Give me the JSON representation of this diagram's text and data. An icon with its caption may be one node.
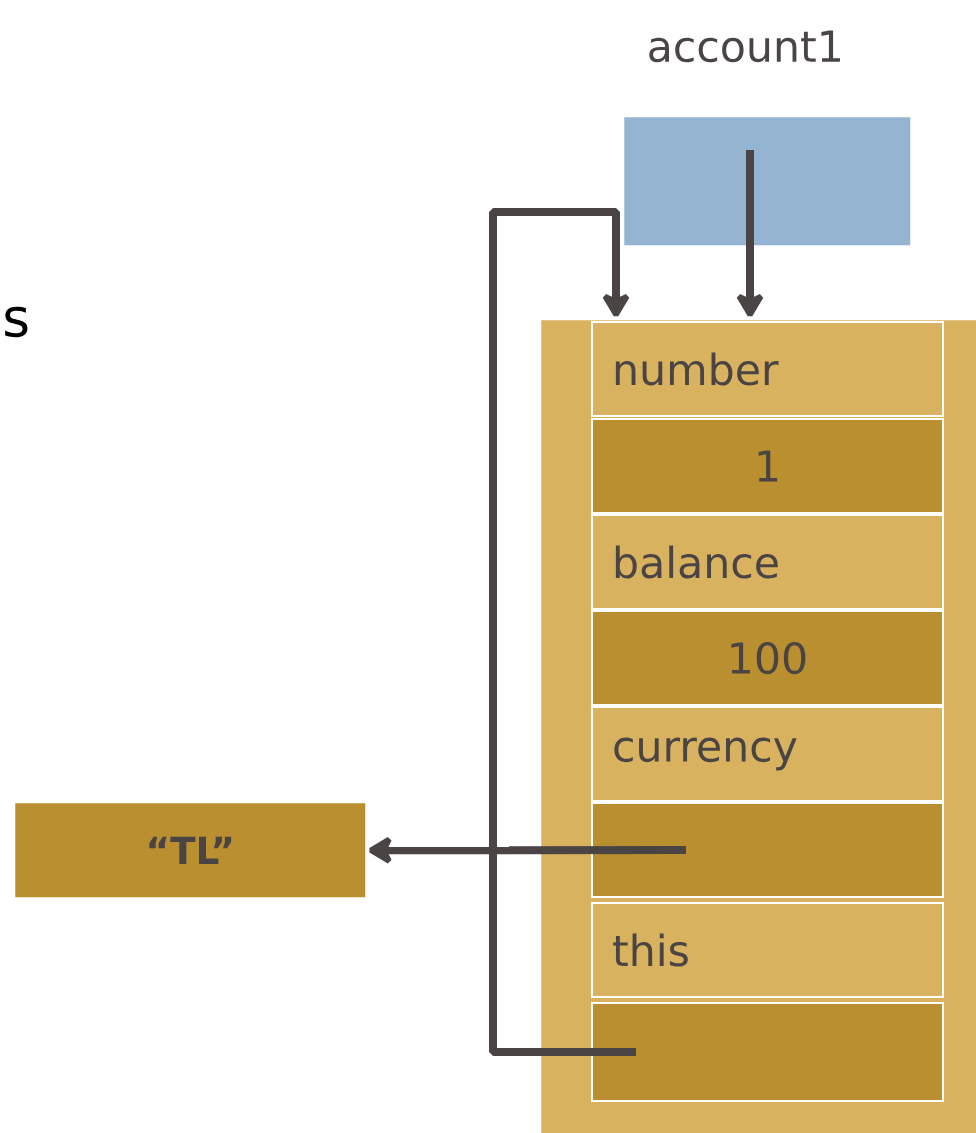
{
  "diagram": {
    "nodes": [
      {
        "text": [
          "account1"
        ]
      },
      {
        "text": [],
        "shape": "box"
      },
      {
        "text": [
          "number"
        ],
        "in": 1
      },
      {
        "text": [
          "1"
        ],
        "in": 1
      },
      {
        "text": [
          "balance"
        ],
        "in": 1
      },
      {
        "text": [
          "100"
        ],
        "in": 1
      },
      {
        "text": [
          "currency"
        ],
        "in": 1
      },
      {
        "text": [],
        "shape": "box",
        "in": 1
      },
      {
        "text": [
          "this"
        ],
        "in": 1
      },
      {
        "text": [],
        "shape": "box",
        "in": 1
      },
      {
        "text": [
          "“TL”"
        ]
      }
    ],
    "edges": [
      {
        "from": 0,
        "to": 1,
        "arrow": "to"
      },
      {
        "from": 9,
        "to": 1,
        "arrow": "to"
      },
      {
        "from": 7,
        "to": 10,
        "arrow": "to"
      }
    ],
    "labels": [
      "s"
    ]
  }
}
